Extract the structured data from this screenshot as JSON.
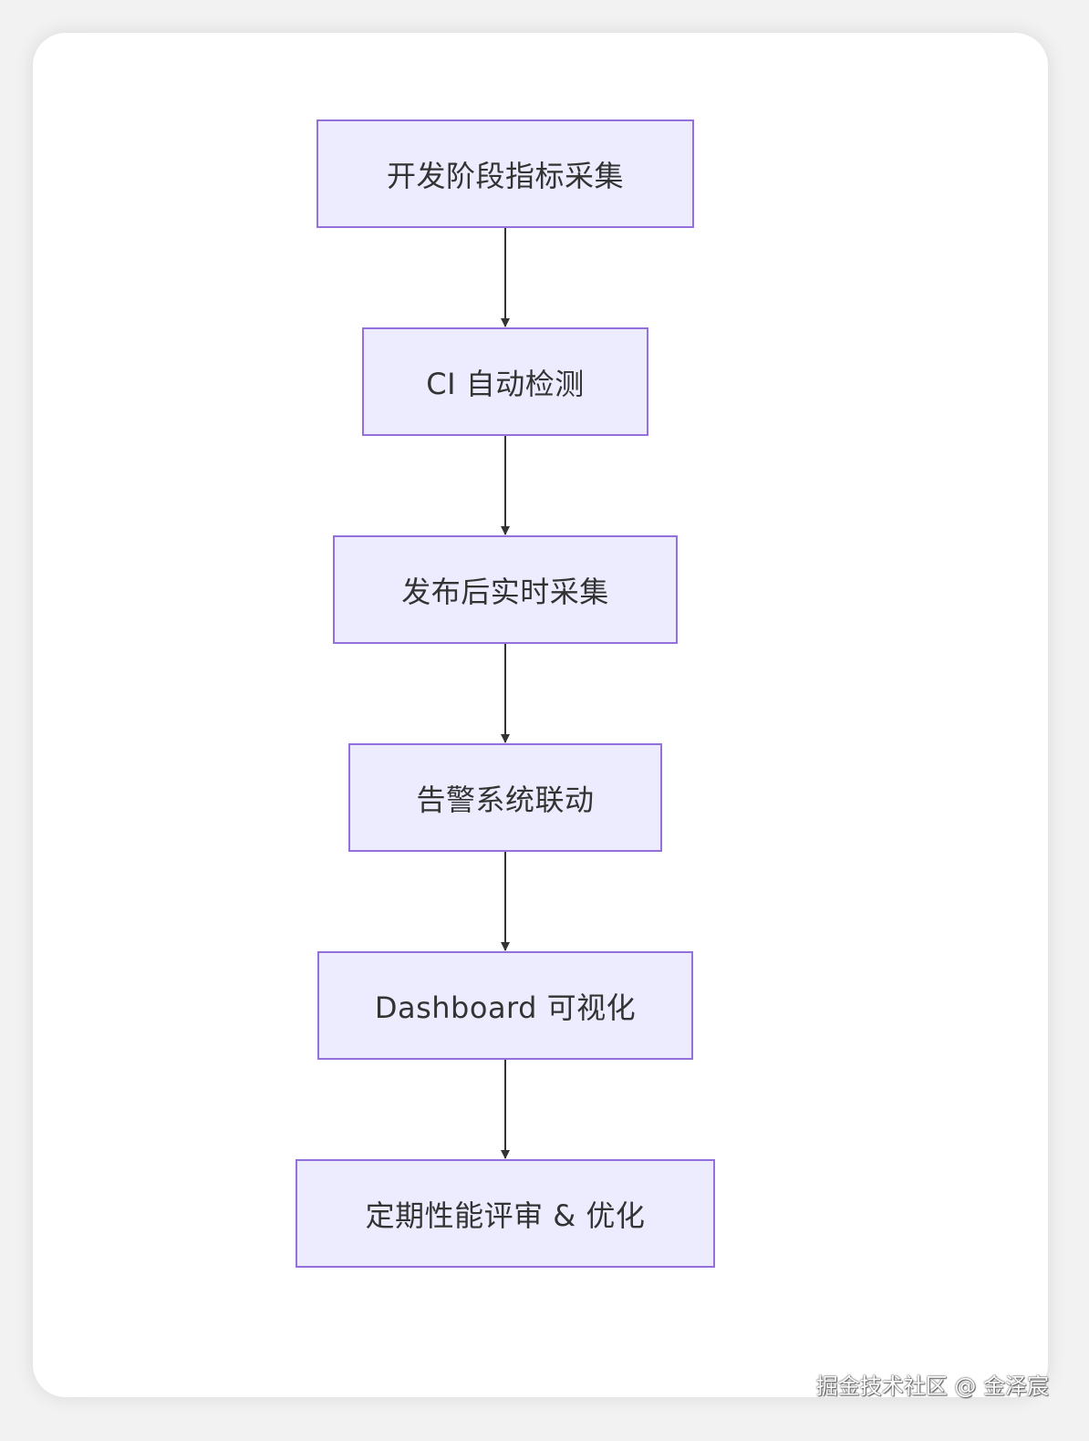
{
  "diagram": {
    "nodes": [
      {
        "id": "n1",
        "label": "开发阶段指标采集"
      },
      {
        "id": "n2",
        "label": "CI 自动检测"
      },
      {
        "id": "n3",
        "label": "发布后实时采集"
      },
      {
        "id": "n4",
        "label": "告警系统联动"
      },
      {
        "id": "n5",
        "label": "Dashboard 可视化"
      },
      {
        "id": "n6",
        "label": "定期性能评审 & 优化"
      }
    ],
    "edges": [
      {
        "from": "n1",
        "to": "n2"
      },
      {
        "from": "n2",
        "to": "n3"
      },
      {
        "from": "n3",
        "to": "n4"
      },
      {
        "from": "n4",
        "to": "n5"
      },
      {
        "from": "n5",
        "to": "n6"
      }
    ],
    "colors": {
      "node_fill": "#ececfe",
      "node_border": "#9370db",
      "edge": "#333333",
      "text": "#333333"
    }
  },
  "watermark": {
    "text": "掘金技术社区 @ 金泽宸"
  }
}
